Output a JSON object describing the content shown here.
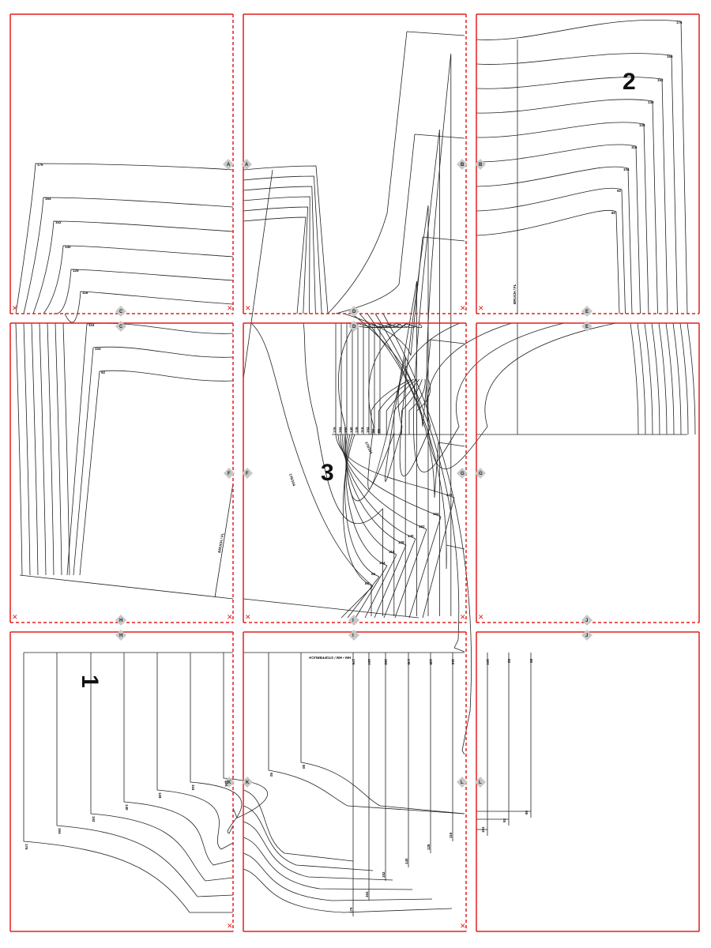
{
  "sheet": {
    "border_color": "#e41e1e",
    "line_color": "#222222",
    "marker_color": "#c8c8c8",
    "piece_numbers": [
      "1",
      "2",
      "3"
    ],
    "markers": [
      "A",
      "A",
      "B",
      "B",
      "C",
      "C",
      "D",
      "D",
      "E",
      "E",
      "F",
      "F",
      "G",
      "G",
      "H",
      "H",
      "I",
      "I",
      "J",
      "J",
      "K",
      "K",
      "L",
      "L"
    ],
    "sizes_piece_front": [
      "176",
      "164",
      "152",
      "140",
      "128",
      "116"
    ],
    "sizes_piece_2": [
      "176",
      "164",
      "152",
      "140",
      "128",
      "116",
      "104",
      "92",
      "80"
    ],
    "sizes_piece_3": [
      "176",
      "164",
      "152",
      "140",
      "128",
      "116",
      "104",
      "92",
      "80"
    ],
    "sizes_piece_1": [
      "176",
      "164",
      "152",
      "140",
      "128",
      "116",
      "104",
      "92",
      "80"
    ],
    "fold_label": "BRUCH / FL",
    "fold_label_2": "BRUCH / FL",
    "piece3_label": "176/104",
    "piece3_label_2": "176/104",
    "piece1_header": "HM • HM / STOFFBRUCH",
    "cut_mark": "✕"
  }
}
